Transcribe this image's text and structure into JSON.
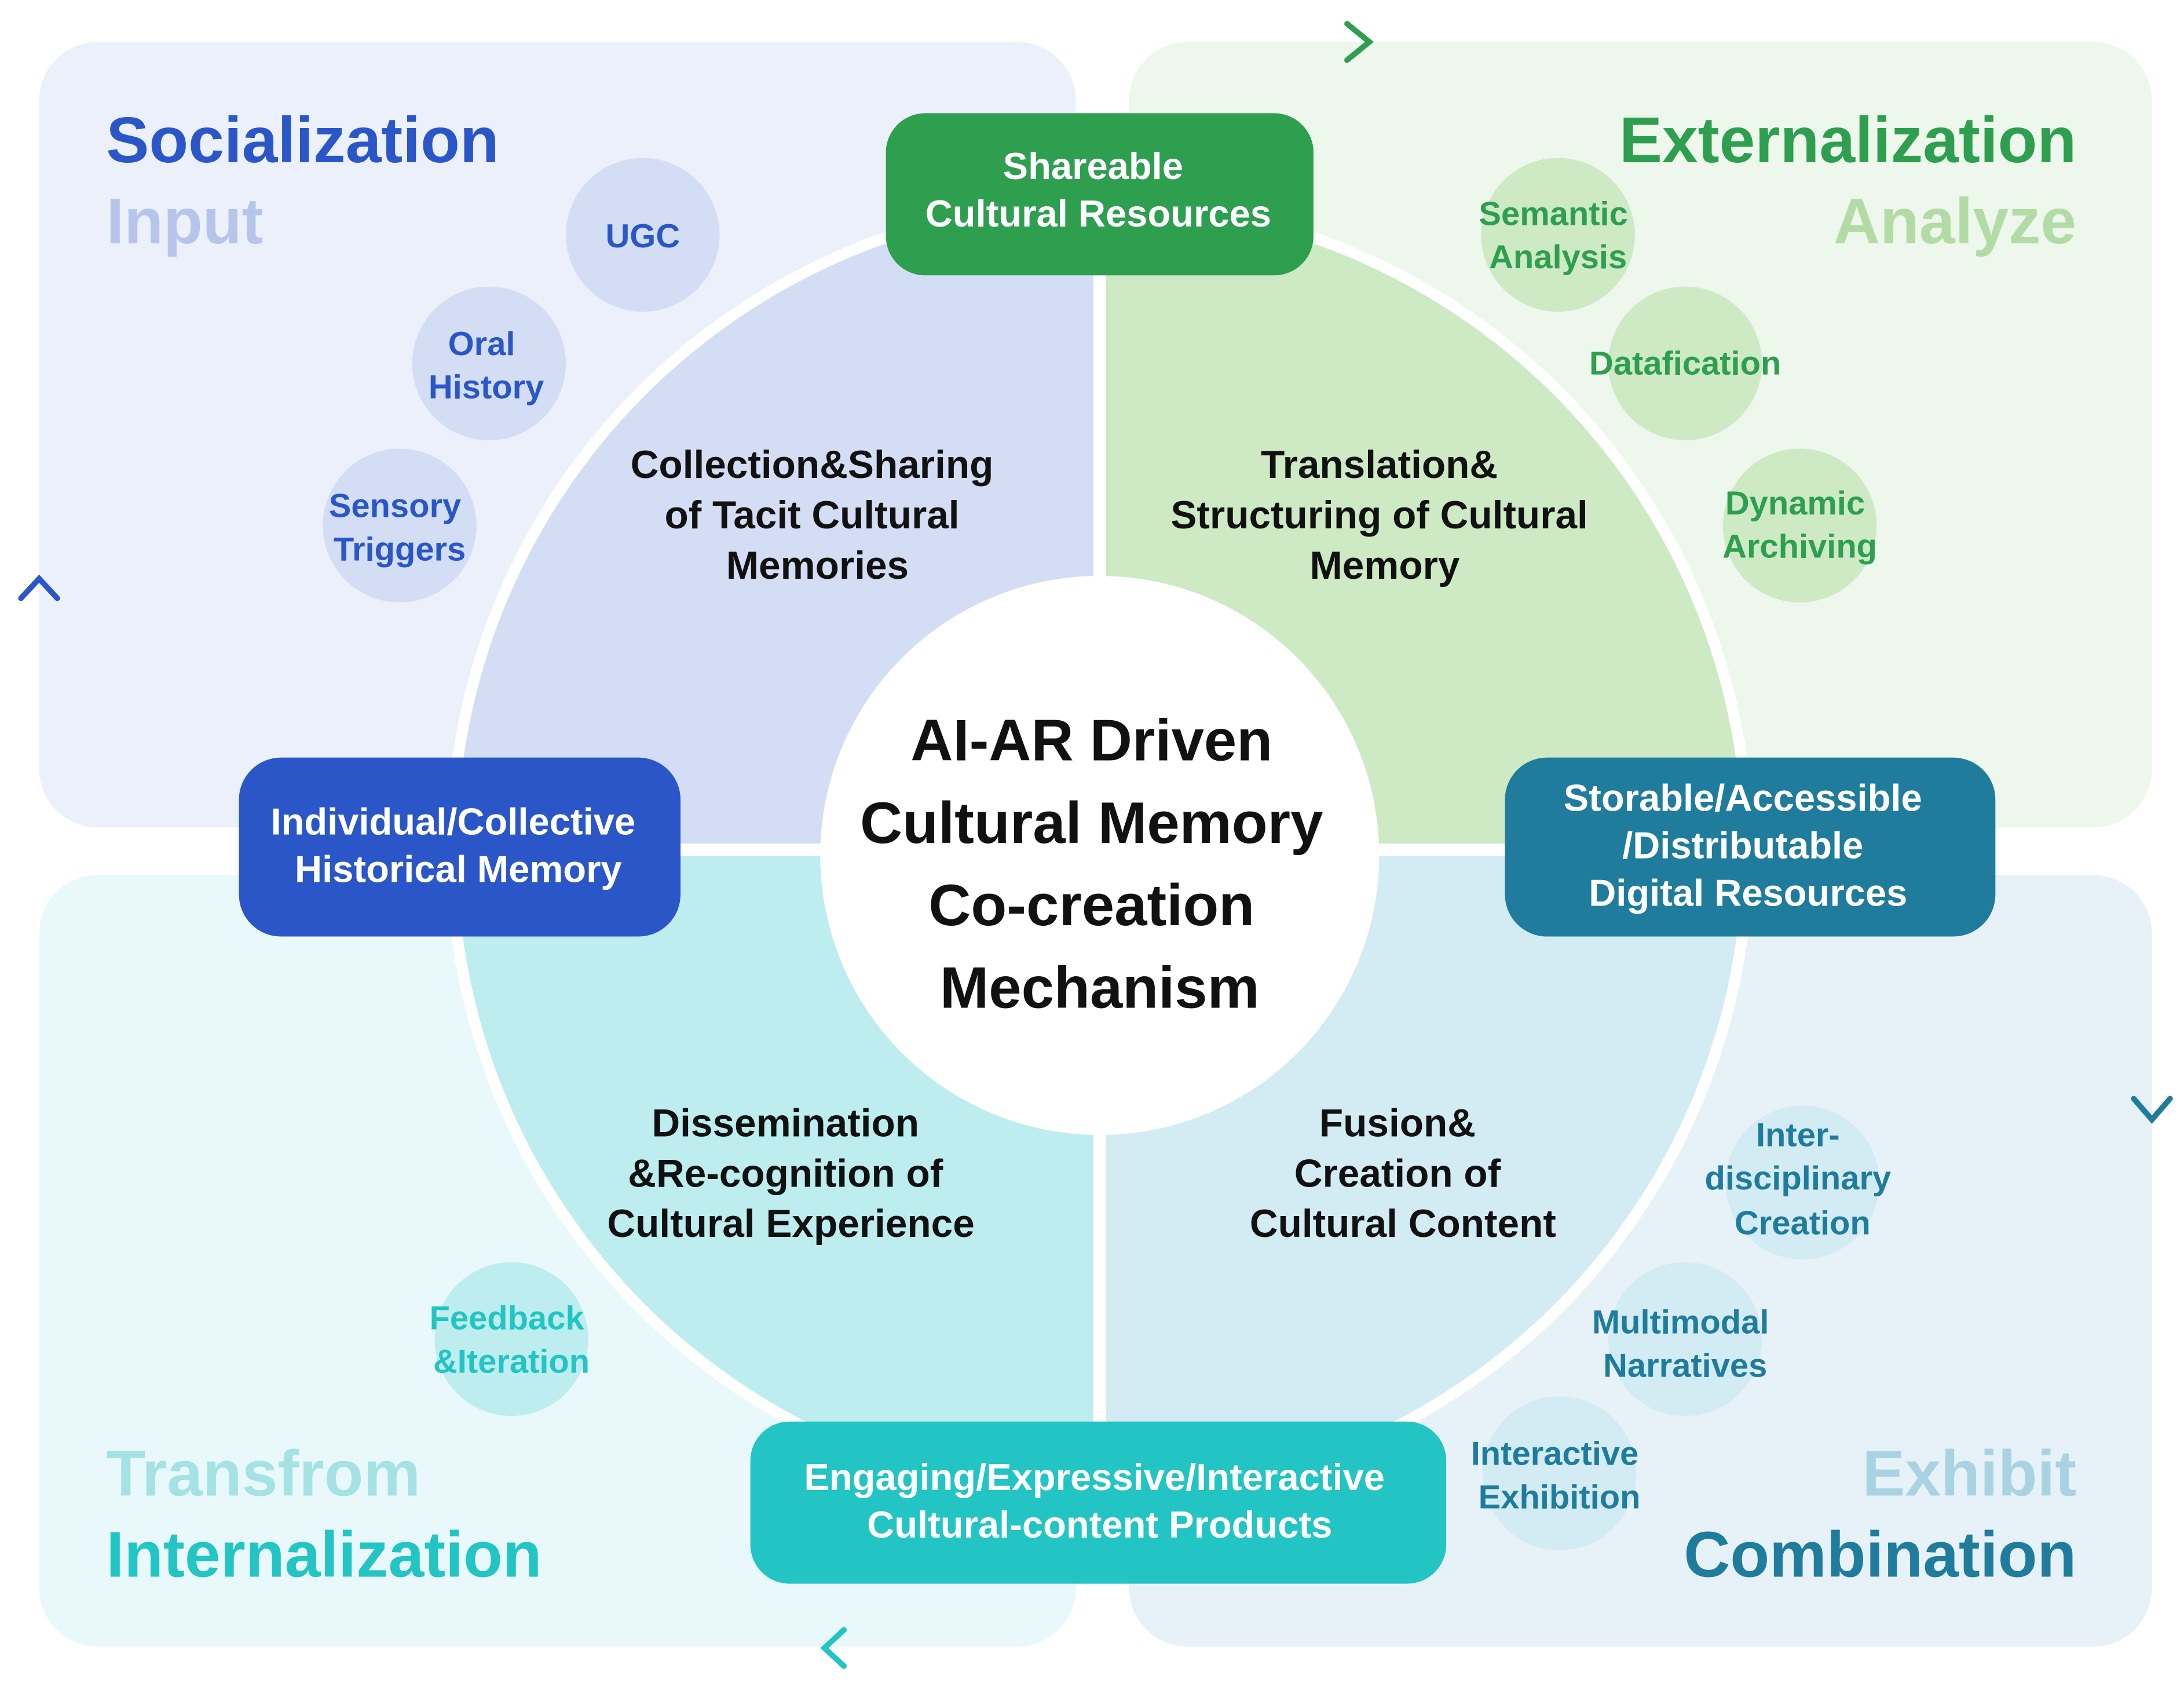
{
  "center": {
    "lines": [
      "AI-AR Driven",
      "Cultural Memory",
      "Co-creation",
      "Mechanism"
    ]
  },
  "quadrants": {
    "socialization": {
      "title": "Socialization",
      "subtitle": "Input",
      "sector_text": [
        "Collection&Sharing",
        "of Tacit Cultural",
        "Memories"
      ],
      "bubbles": [
        {
          "lines": [
            "UGC"
          ]
        },
        {
          "lines": [
            "Oral",
            "History"
          ]
        },
        {
          "lines": [
            "Sensory",
            "Triggers"
          ]
        }
      ]
    },
    "externalization": {
      "title": "Externalization",
      "subtitle": "Analyze",
      "sector_text": [
        "Translation&",
        "Structuring of Cultural",
        "Memory"
      ],
      "bubbles": [
        {
          "lines": [
            "Semantic",
            "Analysis"
          ]
        },
        {
          "lines": [
            "Datafication"
          ]
        },
        {
          "lines": [
            "Dynamic",
            "Archiving"
          ]
        }
      ]
    },
    "internalization": {
      "title": "Internalization",
      "subtitle": "Transfrom",
      "sector_text": [
        "Dissemination",
        "&Re-cognition of",
        "Cultural Experience"
      ],
      "bubbles": [
        {
          "lines": [
            "Feedback",
            "&Iteration"
          ]
        }
      ]
    },
    "combination": {
      "title": "Combination",
      "subtitle": "Exhibit",
      "sector_text": [
        "Fusion&",
        "Creation of",
        "Cultural Content"
      ],
      "bubbles": [
        {
          "lines": [
            "Inter-",
            "disciplinary",
            "Creation"
          ]
        },
        {
          "lines": [
            "Multimodal",
            "Narratives"
          ]
        },
        {
          "lines": [
            "Interactive",
            "Exhibition"
          ]
        }
      ]
    }
  },
  "boxes": {
    "top": {
      "lines": [
        "Shareable",
        "Cultural Resources"
      ]
    },
    "left": {
      "lines": [
        "Individual/Collective",
        "Historical Memory"
      ]
    },
    "right": {
      "lines": [
        "Storable/Accessible",
        "/Distributable",
        "Digital Resources"
      ]
    },
    "bottom": {
      "lines": [
        "Engaging/Expressive/Interactive",
        "Cultural-content Products"
      ]
    }
  },
  "colors": {
    "blue": "#2a56c8",
    "green": "#2e9e4f",
    "teal": "#1f7c9c",
    "cyan": "#22c4c4",
    "bg_blue": "#ecf0fa",
    "bg_green": "#edf7ec",
    "bg_cyan": "#e9f9fb",
    "bg_teal": "#e6f2f7",
    "sector_blue": "#d3def5",
    "sector_green": "#cdeac4",
    "sector_cyan": "#bdedef",
    "sector_teal": "#d3ebf3"
  }
}
